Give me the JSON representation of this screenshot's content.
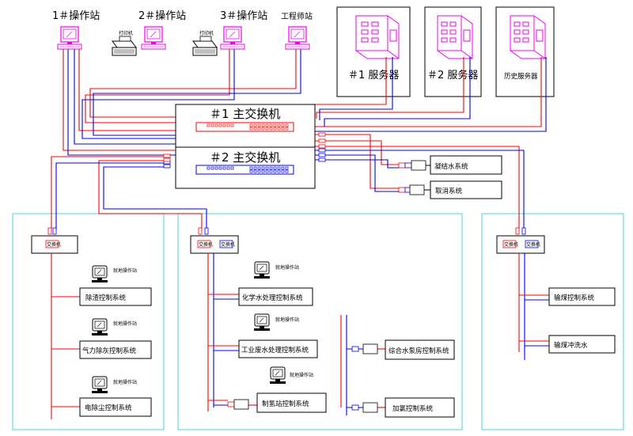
{
  "operator_stations": [
    {
      "label": "1＃操作站"
    },
    {
      "label": "2＃操作站"
    },
    {
      "label": "3＃操作站"
    },
    {
      "label": "工程师站"
    }
  ],
  "printer_label": "打印机",
  "servers": [
    {
      "label": "＃1 服务器"
    },
    {
      "label": "＃2 服务器"
    },
    {
      "label": "历史服务器"
    }
  ],
  "switches": [
    {
      "label": "＃1 主交换机"
    },
    {
      "label": "＃2 主交换机"
    }
  ],
  "side_systems": [
    {
      "label": "凝结水系统"
    },
    {
      "label": "取消系统"
    }
  ],
  "node_label": "交换机",
  "local_station_label": "就地操作站",
  "left_area": {
    "systems": [
      {
        "label": "除渣控制系统"
      },
      {
        "label": "气力除灰控制系统"
      },
      {
        "label": "电除尘控制系统"
      }
    ]
  },
  "middle_area": {
    "systems": [
      {
        "label": "化学水处理控制系统"
      },
      {
        "label": "工业废水处理控制系统"
      },
      {
        "label": "制氢站控制系统"
      }
    ],
    "right_systems": [
      {
        "label": "综合水泵房控制系统"
      },
      {
        "label": "加氯控制系统"
      }
    ]
  },
  "right_area": {
    "systems": [
      {
        "label": "输煤控制系统"
      },
      {
        "label": "输煤冲洗水"
      }
    ]
  },
  "colors": {
    "cyan": "#66dddd",
    "red": "#ff0000",
    "blue": "#0000ee",
    "magenta": "#ee00ee"
  }
}
